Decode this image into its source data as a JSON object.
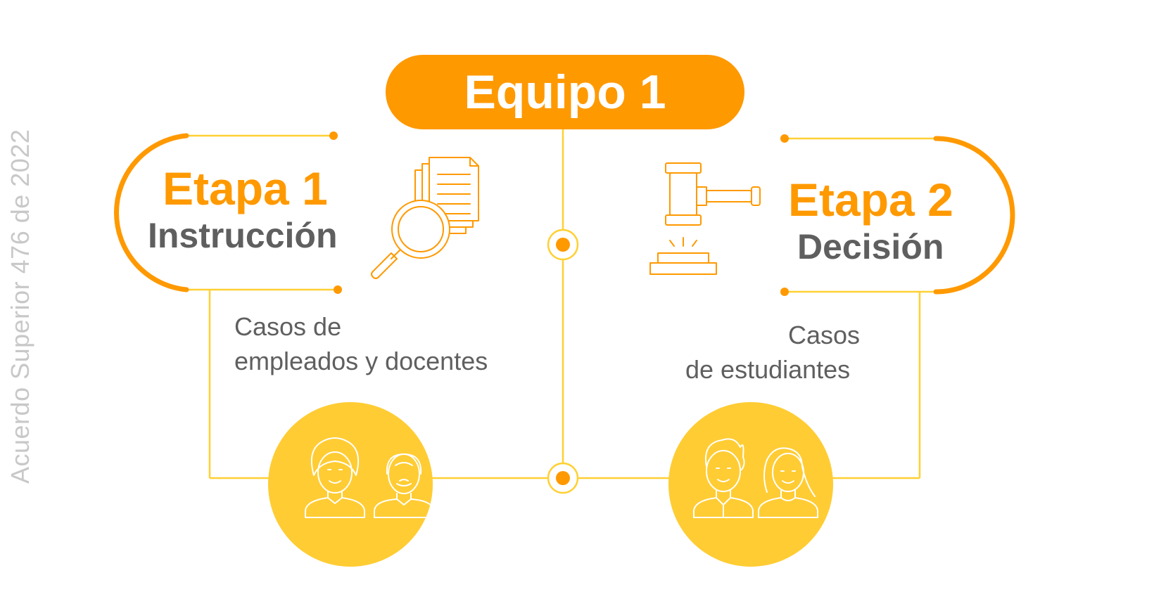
{
  "side_note": "Acuerdo Superior 476 de 2022",
  "team": {
    "label": "Equipo 1"
  },
  "stages": [
    {
      "title": "Etapa 1",
      "subtitle": "Instrucción",
      "cases_line1": "Casos de",
      "cases_line2": "empleados y docentes"
    },
    {
      "title": "Etapa 2",
      "subtitle": "Decisión",
      "cases_line1": "Casos",
      "cases_line2": "de estudiantes"
    }
  ],
  "icons": {
    "stage1": "document-magnifier-icon",
    "stage2": "gavel-icon",
    "group1": "employees-teachers-icon",
    "group2": "students-icon"
  },
  "colors": {
    "accent": "#ff9900",
    "line": "#ffd033",
    "circle": "#ffcc33",
    "text": "#5f5f5f",
    "muted": "#c8c8c8"
  }
}
